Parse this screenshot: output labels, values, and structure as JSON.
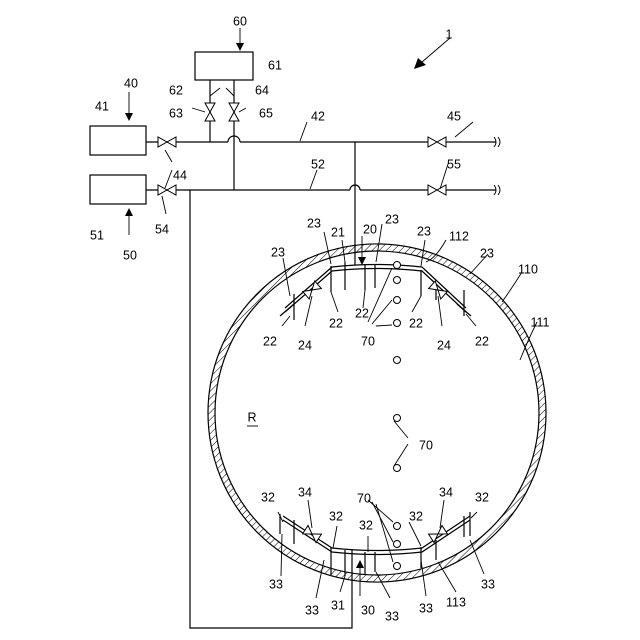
{
  "labels": {
    "system": "1",
    "region": "R",
    "n60": "60",
    "n61": "61",
    "n62": "62",
    "n63": "63",
    "n64": "64",
    "n65": "65",
    "n40": "40",
    "n41": "41",
    "n42": "42",
    "n44": "44",
    "n45": "45",
    "n50": "50",
    "n51": "51",
    "n52": "52",
    "n54": "54",
    "n55": "55",
    "n20": "20",
    "n21": "21",
    "n22": "22",
    "n23": "23",
    "n24": "24",
    "n30": "30",
    "n31": "31",
    "n32": "32",
    "n33": "33",
    "n34": "34",
    "n70": "70",
    "n110": "110",
    "n111": "111",
    "n112": "112",
    "n113": "113"
  },
  "colors": {
    "line": "#000000",
    "hatch": "#000000",
    "background": "#ffffff"
  }
}
